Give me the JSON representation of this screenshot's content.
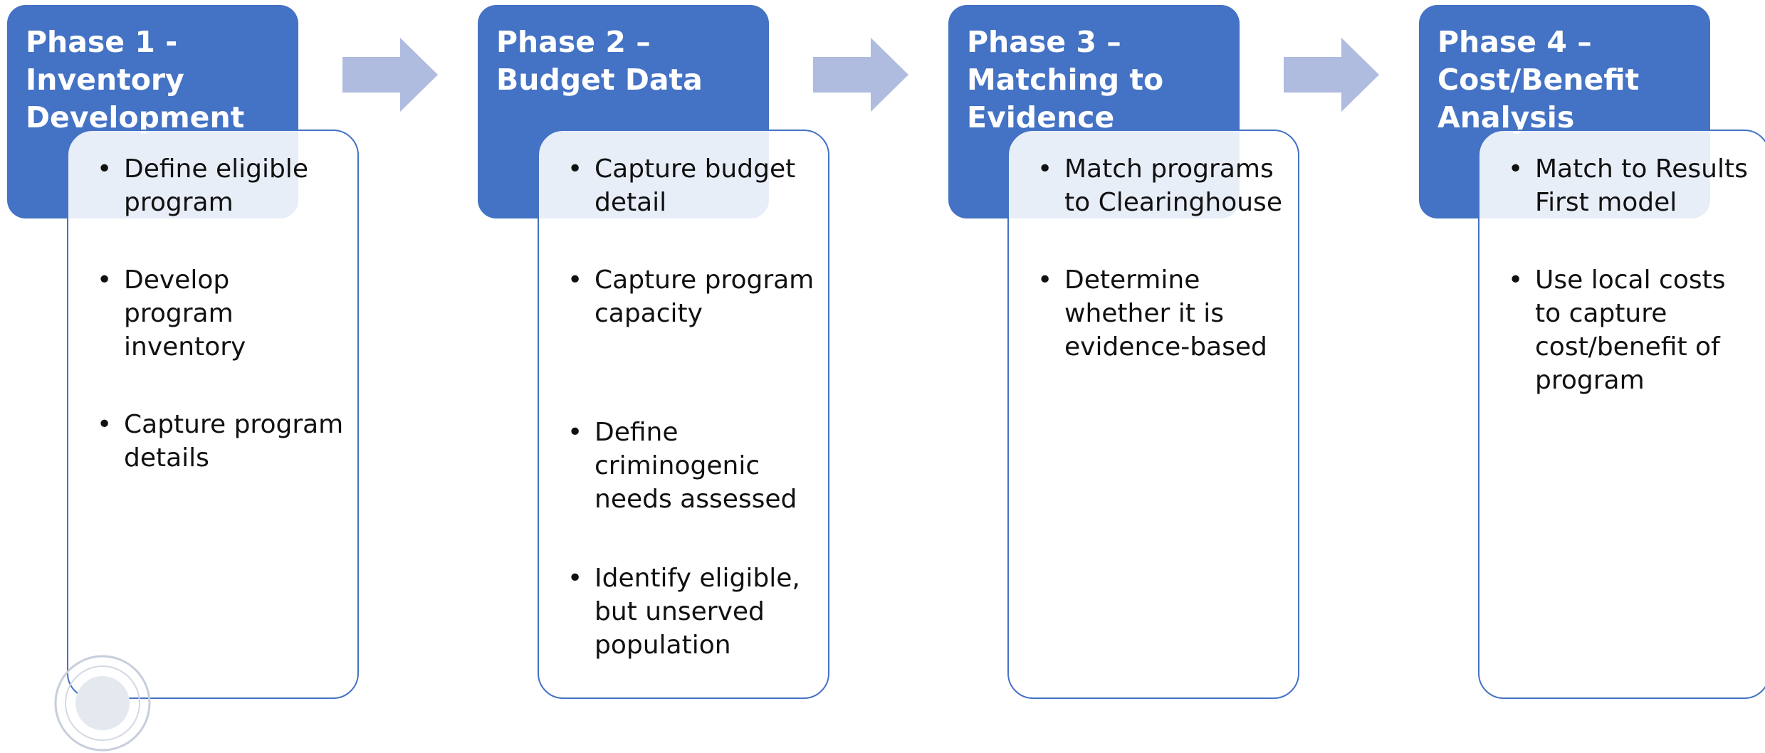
{
  "colors": {
    "header_fill": "#4472c4",
    "box_border": "#4472c4",
    "arrow_fill": "#afbbdf",
    "header_text": "#ffffff",
    "bullet_text": "#111111"
  },
  "phases": [
    {
      "title": "Phase 1 - Inventory Development",
      "bullets": [
        "Define eligible program",
        "Develop program inventory",
        "Capture program details"
      ]
    },
    {
      "title": "Phase 2 – Budget Data",
      "bullets": [
        "Capture budget detail",
        "Capture program capacity",
        "Define criminogenic needs assessed",
        "Identify eligible, but unserved population"
      ]
    },
    {
      "title": "Phase 3 – Matching to Evidence",
      "bullets": [
        "Match programs to Clearinghouse",
        "Determine whether it is evidence-based"
      ]
    },
    {
      "title": "Phase 4 – Cost/Benefit Analysis",
      "bullets": [
        "Match to Results First model",
        "Use local costs to capture cost/benefit of program"
      ]
    }
  ],
  "arrow_icon": "right-arrow-icon",
  "seal_icon": "state-seal-icon"
}
